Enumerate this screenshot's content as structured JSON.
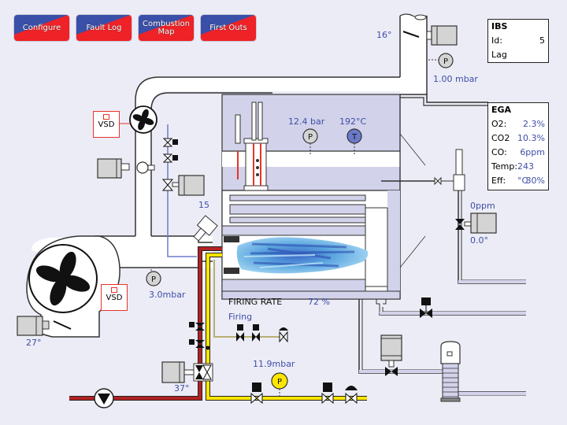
{
  "toolbar": {
    "buttons": [
      {
        "label": "Configure"
      },
      {
        "label": "Fault Log"
      },
      {
        "label": "Combustion Map"
      },
      {
        "label": "First Outs"
      }
    ]
  },
  "ibs_panel": {
    "title": "IBS",
    "id_label": "Id:",
    "id_value": "5",
    "role": "Lag"
  },
  "ega_panel": {
    "title": "EGA",
    "rows": [
      {
        "label": "O2:",
        "value": "2.3%"
      },
      {
        "label": "CO2",
        "value": "10.3%"
      },
      {
        "label": "CO:",
        "value": "6ppm"
      },
      {
        "label": "Temp:",
        "value": "243 °C"
      },
      {
        "label": "Eff:",
        "value": "80%"
      }
    ]
  },
  "readings": {
    "flue_damper_angle": "16°",
    "flue_pressure": "1.00 mbar",
    "steam_pressure": "12.4 bar",
    "steam_temperature": "192°C",
    "fgr_value": "15",
    "air_pressure": "3.0mbar",
    "fan_damper_angle": "27°",
    "oil_valve_angle": "37°",
    "gas_pressure": "11.9mbar",
    "feed_valve_ppm": "0ppm",
    "feed_valve_angle": "0.0°",
    "firing_rate_label": "FIRING RATE",
    "firing_rate_value": "72 %",
    "burner_status": "Firing"
  },
  "gauges": {
    "pressure_symbol": "P",
    "temperature_symbol": "T"
  },
  "vsd": {
    "label": "VSD"
  },
  "colors": {
    "background": "#ececf6",
    "pipe_air": "#ffffff",
    "oil_line": "#b22222",
    "gas_line": "#ffe600",
    "pilot_line": "#b8b070",
    "fgr_line": "#6f7bc8",
    "vsd_red": "#e8332a",
    "label_blue": "#3f4ea6",
    "temp_gauge": "#6b79c9",
    "gas_gauge": "#ffe600",
    "water": "#d2d2ea"
  }
}
